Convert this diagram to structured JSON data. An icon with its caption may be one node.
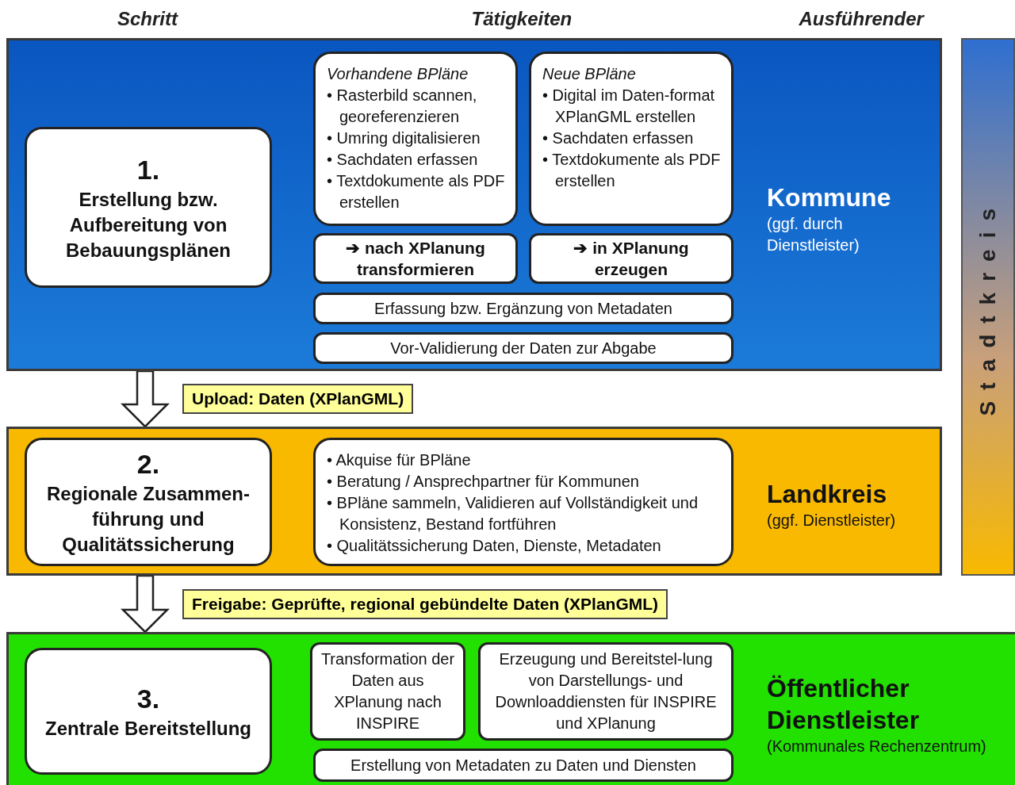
{
  "diagram": {
    "nodes": [
      {
        "text": [
          "Kommune",
          "(ggf. durch Dienstleister)"
        ]
      },
      {
        "text": [
          "1.",
          "Erstellung bzw. Aufbereitung von Bebauungsplänen"
        ],
        "in": 0
      },
      {
        "text": [
          "Vorhandene BPläne",
          "• Rasterbild scannen, georeferenzieren",
          "• Umring digitalisieren",
          "• Sachdaten erfassen",
          "• Textdokumente als PDF erstellen"
        ],
        "in": 0
      },
      {
        "text": [
          "Neue BPläne",
          "• Digital im Daten-format XPlanGML erstellen",
          "• Sachdaten erfassen",
          "• Textdokumente als PDF erstellen"
        ],
        "in": 0
      },
      {
        "text": [
          "➔ nach XPlanung transformieren"
        ],
        "in": 0
      },
      {
        "text": [
          "➔ in XPlanung erzeugen"
        ],
        "in": 0
      },
      {
        "text": [
          "Erfassung bzw. Ergänzung von Metadaten"
        ],
        "in": 0
      },
      {
        "text": [
          "Vor-Validierung der Daten zur Abgabe"
        ],
        "in": 0
      },
      {
        "text": [
          "Landkreis",
          "(ggf. Dienstleister)"
        ]
      },
      {
        "text": [
          "2.",
          "Regionale Zusammen-führung und Qualitätssicherung"
        ],
        "in": 8
      },
      {
        "text": [
          "• Akquise für BPläne",
          "• Beratung / Ansprechpartner für Kommunen",
          "• BPläne sammeln, Validieren auf Vollständigkeit und Konsistenz, Bestand fortführen",
          "• Qualitätssicherung Daten, Dienste, Metadaten"
        ],
        "in": 8
      },
      {
        "text": [
          "Öffentlicher Dienstleister",
          "(Kommunales Rechenzentrum)"
        ]
      },
      {
        "text": [
          "3.",
          "Zentrale Bereitstellung"
        ],
        "in": 11
      },
      {
        "text": [
          "Transformation der Daten aus XPlanung nach INSPIRE"
        ],
        "in": 11
      },
      {
        "text": [
          "Erzeugung und Bereitstel-lung von Darstellungs- und Downloaddiensten für INSPIRE und XPlanung"
        ],
        "in": 11
      },
      {
        "text": [
          "Erstellung von Metadaten zu Daten und Diensten"
        ],
        "in": 11
      },
      {
        "text": [
          "Stadtkreis"
        ]
      }
    ],
    "edges": [
      {
        "from": 0,
        "to": 8,
        "arrow": "to",
        "label": "Upload: Daten (XPlanGML)"
      },
      {
        "from": 8,
        "to": 11,
        "arrow": "to",
        "label": "Freigabe: Geprüfte, regional gebündelte Daten (XPlanGML)"
      }
    ],
    "labels": [
      "Schritt",
      "Tätigkeiten",
      "Ausführender"
    ]
  }
}
